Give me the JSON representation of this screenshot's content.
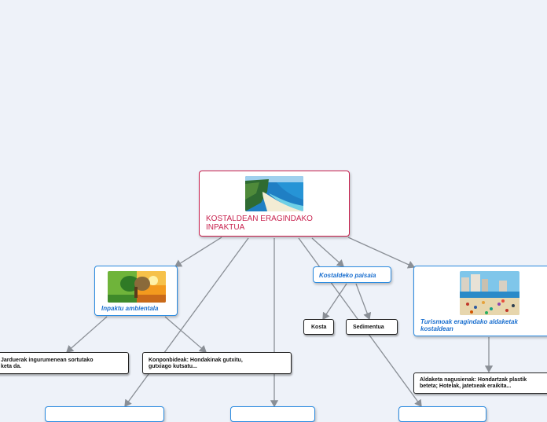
{
  "root": {
    "title": "KOSTALDEAN ERAGINDAKO INPAKTUA",
    "image": "beach-coast-image"
  },
  "nodes": {
    "inpaktu": {
      "label": "Inpaktu ambientala",
      "image": "nature-contrast-image"
    },
    "paisaia": {
      "label": "Kostaldeko paisaia"
    },
    "turismoa": {
      "label": "Turismoak eragindako aldaketak kostaldean",
      "image": "crowded-beach-image"
    },
    "kosta": {
      "label": "Kosta"
    },
    "sedimentua": {
      "label": "Sedimentua"
    },
    "jarduerak": {
      "line1": "Jarduerak ingurumenean sortutako",
      "line2": "keta da."
    },
    "konponbideak": {
      "line1": "Konponbideak: Hondakinak gutxitu,",
      "line2": "gutxiago kutsatu..."
    },
    "aldaketa": {
      "line1": "Aldaketa nagusienak: Hondartzak plastik",
      "line2": "beteta; Hotelak, jatetxeak eraikita..."
    }
  },
  "colors": {
    "root_border": "#c81e4b",
    "branch_border": "#2b8be0",
    "leaf_border": "#222222",
    "line": "#8a8f96",
    "background": "#eef2f9"
  }
}
